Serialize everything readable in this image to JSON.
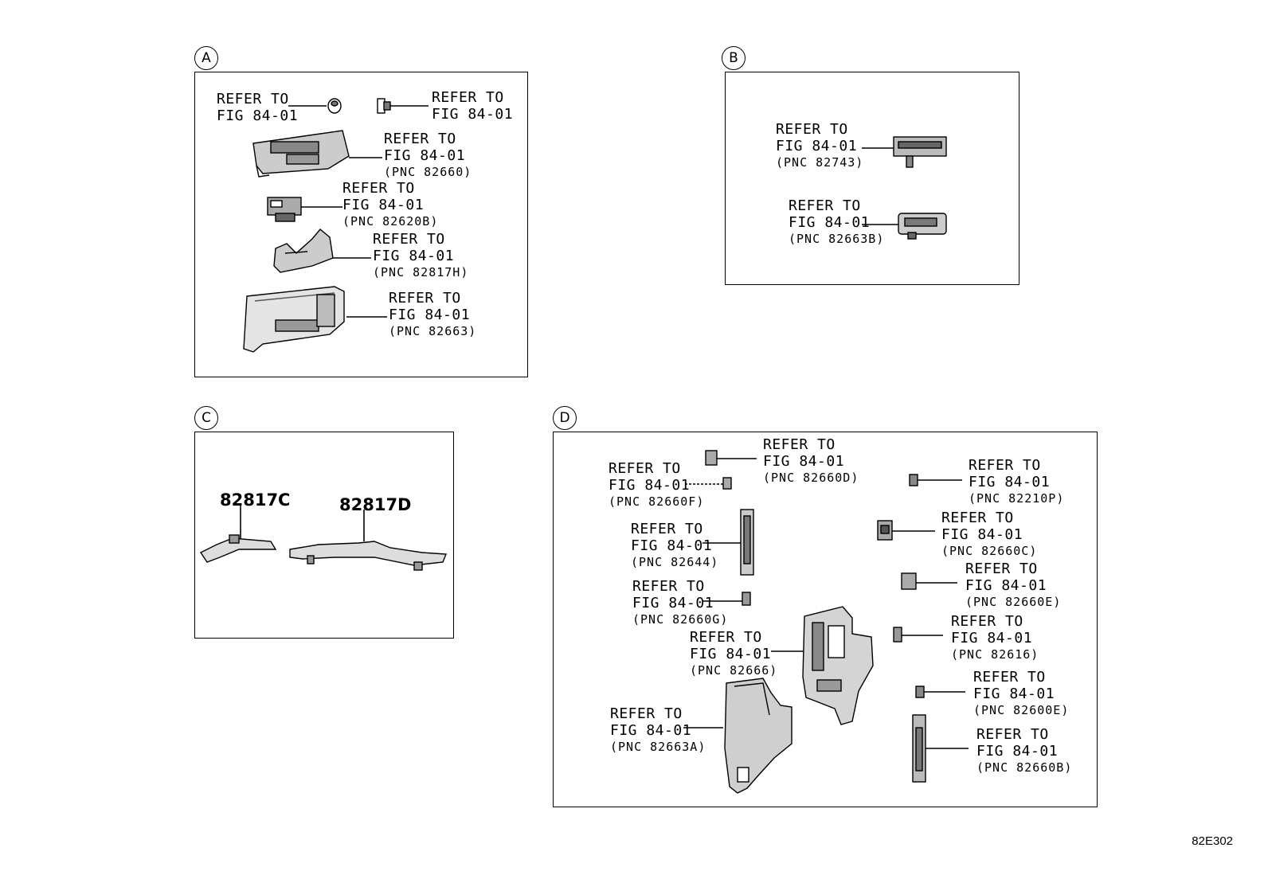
{
  "diagram_id": "82E302",
  "panels": [
    {
      "key": "A",
      "label": "A"
    },
    {
      "key": "B",
      "label": "B"
    },
    {
      "key": "C",
      "label": "C"
    },
    {
      "key": "D",
      "label": "D"
    }
  ],
  "refer_line1": "REFER TO",
  "refer_line2": "FIG 84-01",
  "callouts": [
    {
      "id": "a1",
      "pnc": ""
    },
    {
      "id": "a2",
      "pnc": ""
    },
    {
      "id": "a3",
      "pnc": "(PNC 82660)"
    },
    {
      "id": "a4",
      "pnc": "(PNC 82620B)"
    },
    {
      "id": "a5",
      "pnc": "(PNC 82817H)"
    },
    {
      "id": "a6",
      "pnc": "(PNC 82663)"
    },
    {
      "id": "b1",
      "pnc": "(PNC 82743)"
    },
    {
      "id": "b2",
      "pnc": "(PNC 82663B)"
    },
    {
      "id": "d1",
      "pnc": "(PNC 82660D)"
    },
    {
      "id": "d2",
      "pnc": "(PNC 82660F)"
    },
    {
      "id": "d3",
      "pnc": "(PNC 82210P)"
    },
    {
      "id": "d4",
      "pnc": "(PNC 82644)"
    },
    {
      "id": "d5",
      "pnc": "(PNC 82660C)"
    },
    {
      "id": "d6",
      "pnc": "(PNC 82660E)"
    },
    {
      "id": "d7",
      "pnc": "(PNC 82660G)"
    },
    {
      "id": "d8",
      "pnc": "(PNC 82616)"
    },
    {
      "id": "d9",
      "pnc": "(PNC 82666)"
    },
    {
      "id": "d10",
      "pnc": "(PNC 82600E)"
    },
    {
      "id": "d11",
      "pnc": "(PNC 82663A)"
    },
    {
      "id": "d12",
      "pnc": "(PNC 82660B)"
    }
  ],
  "part_tags": [
    "82817C",
    "82817D"
  ]
}
